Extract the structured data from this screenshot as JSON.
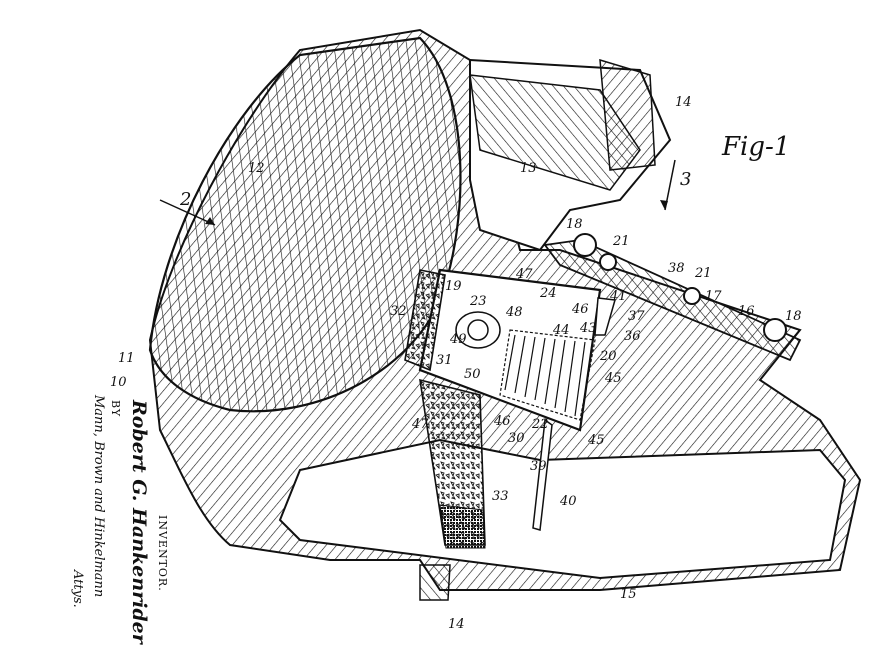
{
  "figure": {
    "title": "Fig-1",
    "view_arrows": [
      "2",
      "3"
    ],
    "reference_numerals": [
      "10",
      "11",
      "12",
      "13",
      "14",
      "14",
      "15",
      "16",
      "17",
      "18",
      "18",
      "19",
      "20",
      "21",
      "21",
      "22",
      "23",
      "24",
      "30",
      "31",
      "32",
      "33",
      "36",
      "37",
      "38",
      "39",
      "40",
      "41",
      "43",
      "44",
      "45",
      "45",
      "46",
      "46",
      "47",
      "47",
      "48",
      "49",
      "50"
    ]
  },
  "signature_block": {
    "inventor_label": "INVENTOR.",
    "inventor_name": "Robert G. Hankenrider",
    "by_label": "BY",
    "attorneys": "Mann, Brown and Hinkelmann",
    "attys_label": "Attys."
  }
}
